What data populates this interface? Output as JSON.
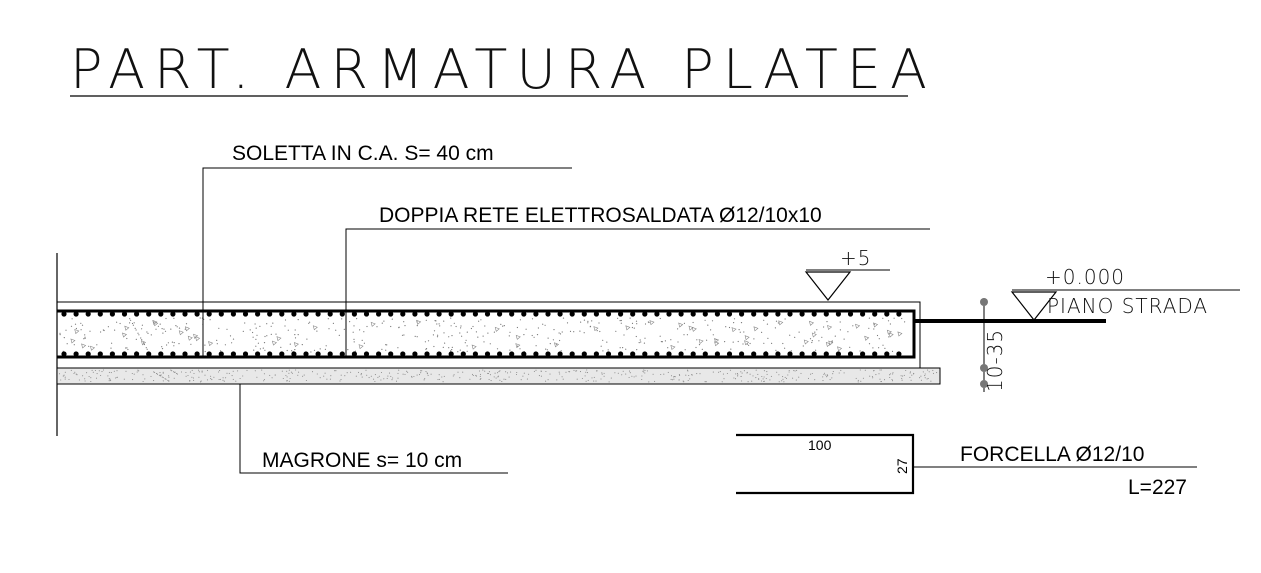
{
  "title": "PART. ARMATURA PLATEA",
  "labels": {
    "soletta": "SOLETTA IN C.A. S= 40 cm",
    "rete": "DOPPIA RETE ELETTROSALDATA Ø12/10x10",
    "magrone": "MAGRONE s= 10 cm",
    "forcella": "FORCELLA Ø12/10",
    "forcella_length": "L=227"
  },
  "elevations": {
    "slab_top": "+5",
    "road_level": "+0.000",
    "road_label": "PIANO STRADA"
  },
  "dimensions": {
    "vertical": "10-35",
    "hairpin_width": "100",
    "hairpin_height": "27"
  },
  "colors": {
    "line": "#000000",
    "hatch": "#7a7a7a",
    "magrone_fill": "#e6e6e6"
  }
}
